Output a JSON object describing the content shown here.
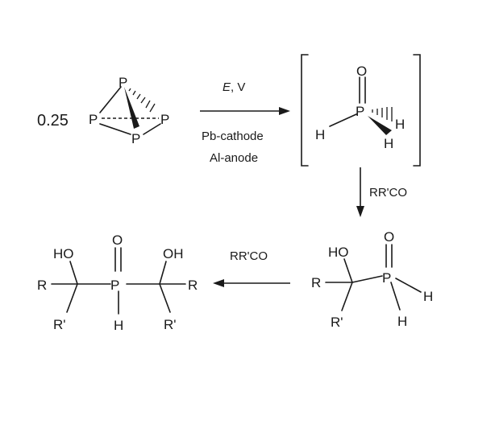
{
  "reactant": {
    "coefficient": "0.25",
    "atoms": [
      "P",
      "P",
      "P",
      "P"
    ]
  },
  "step1": {
    "condition_above_italic": "E",
    "condition_above_rest": ", V",
    "condition_below_1": "Pb-cathode",
    "condition_below_2": "Al-anode"
  },
  "intermediate": {
    "atoms": {
      "O": "O",
      "P": "P",
      "H1": "H",
      "H2": "H",
      "H3": "H"
    }
  },
  "step2": {
    "reagent": "RR'CO"
  },
  "product1": {
    "atoms": {
      "HO": "HO",
      "R": "R",
      "R2": "R'",
      "P": "P",
      "O": "O",
      "H1": "H",
      "H2": "H"
    }
  },
  "step3": {
    "reagent": "RR'CO"
  },
  "product2": {
    "atoms": {
      "HO_left": "HO",
      "R_left": "R",
      "R2_left": "R'",
      "P": "P",
      "O": "O",
      "H": "H",
      "OH_right": "OH",
      "R_right": "R",
      "R2_right": "R'"
    }
  }
}
